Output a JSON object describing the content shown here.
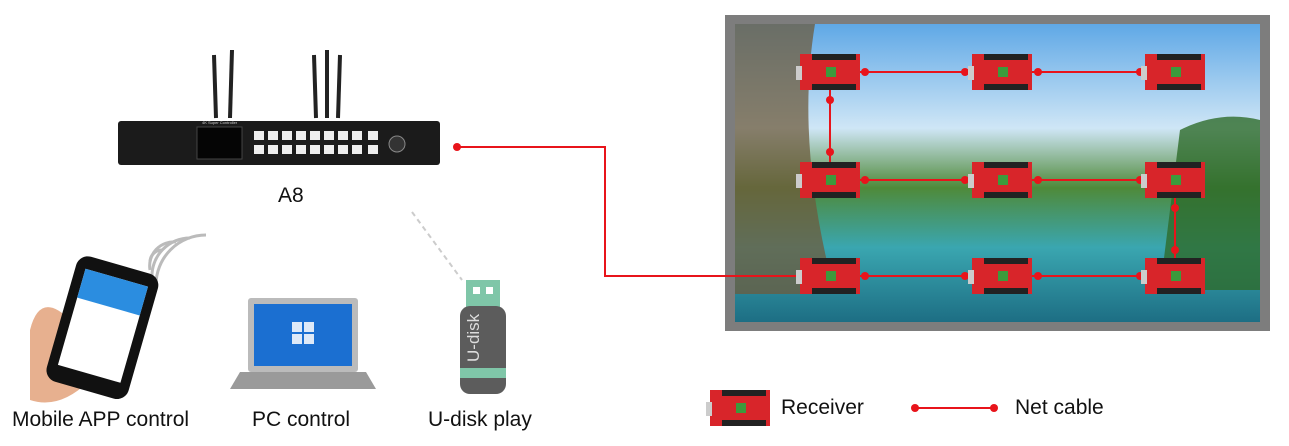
{
  "controller": {
    "name": "A8",
    "panel_title": "4K Super Controller"
  },
  "control_methods": [
    {
      "label": "Mobile APP control"
    },
    {
      "label": "PC control"
    },
    {
      "label": "U-disk play"
    }
  ],
  "udisk_text": "U-disk",
  "legend": {
    "receiver": "Receiver",
    "net_cable": "Net cable"
  },
  "colors": {
    "cable": "#e8141b",
    "receiver": "#d8252a",
    "screen_frame": "#7d7d7d"
  }
}
